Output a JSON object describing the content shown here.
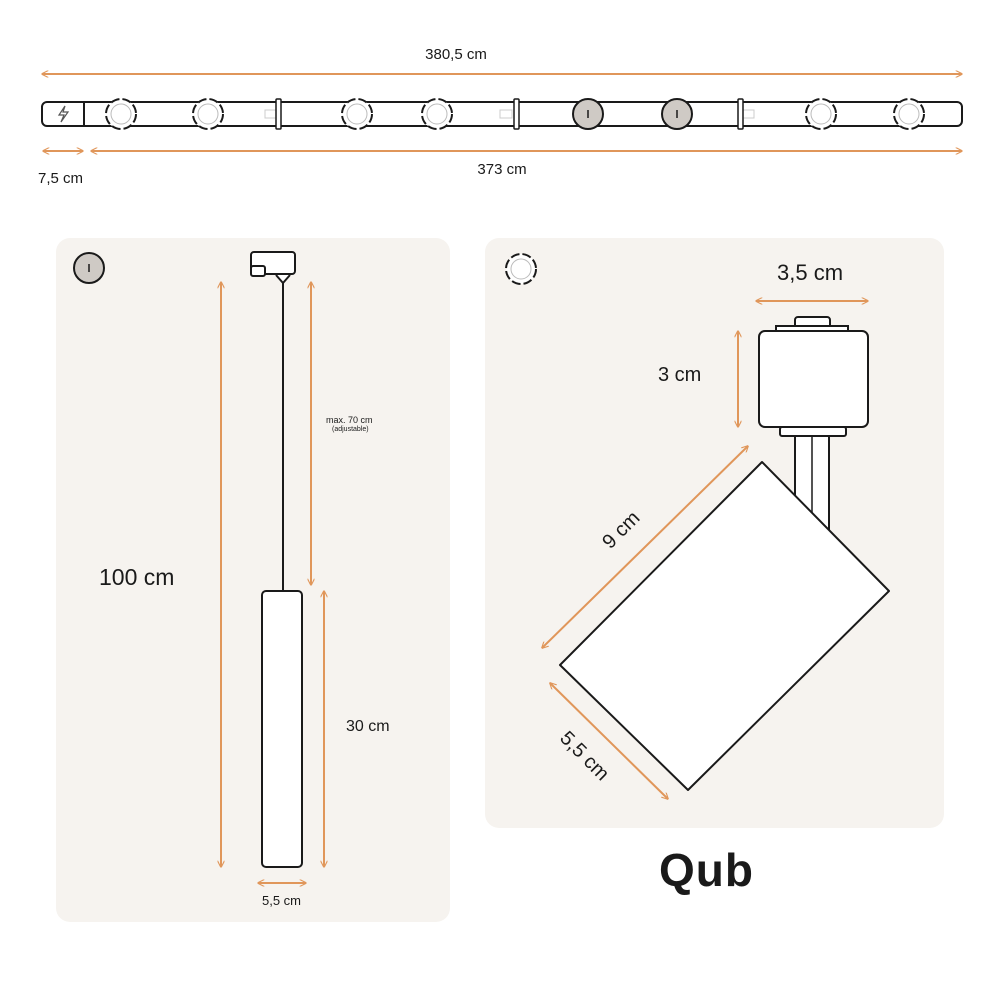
{
  "track": {
    "total_length_label": "380,5 cm",
    "track_length_label": "373 cm",
    "connector_length_label": "7,5 cm",
    "connector_icon": "lightning-bolt-icon",
    "spot_icon": "spot-light-icon",
    "pendant_icon": "pendant-light-icon"
  },
  "pendant_panel": {
    "icon": "pendant-light-icon",
    "total_height_label": "100 cm",
    "cable_label": "max. 70 cm",
    "cable_note": "(adjustable)",
    "body_height_label": "30 cm",
    "width_label": "5,5 cm"
  },
  "spot_panel": {
    "icon": "spot-light-icon",
    "adapter_width_label": "3,5 cm",
    "adapter_height_label": "3 cm",
    "body_length_label": "9 cm",
    "body_diameter_label": "5,5 cm"
  },
  "brand": {
    "logo_text": "Qub"
  },
  "colors": {
    "dimension": "#e0965a",
    "outline": "#1a1a1a",
    "panel": "#f6f3ef",
    "pendant_marker": "#cfcac5"
  }
}
